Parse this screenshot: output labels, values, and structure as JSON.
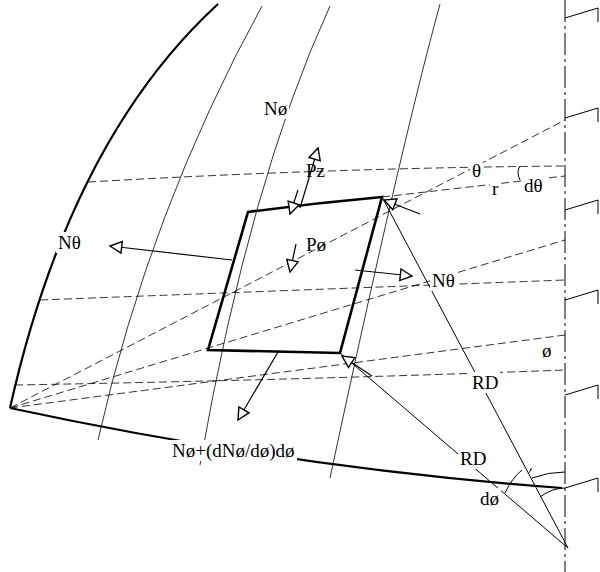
{
  "diagram": {
    "labels": [
      "Nø",
      "Nθ",
      "Pz",
      "θ",
      "dθ",
      "r",
      "Nθ",
      "Pø",
      "RD",
      "ø",
      "RD",
      "dø",
      "Nø+(dNø/dø)dø"
    ]
  }
}
